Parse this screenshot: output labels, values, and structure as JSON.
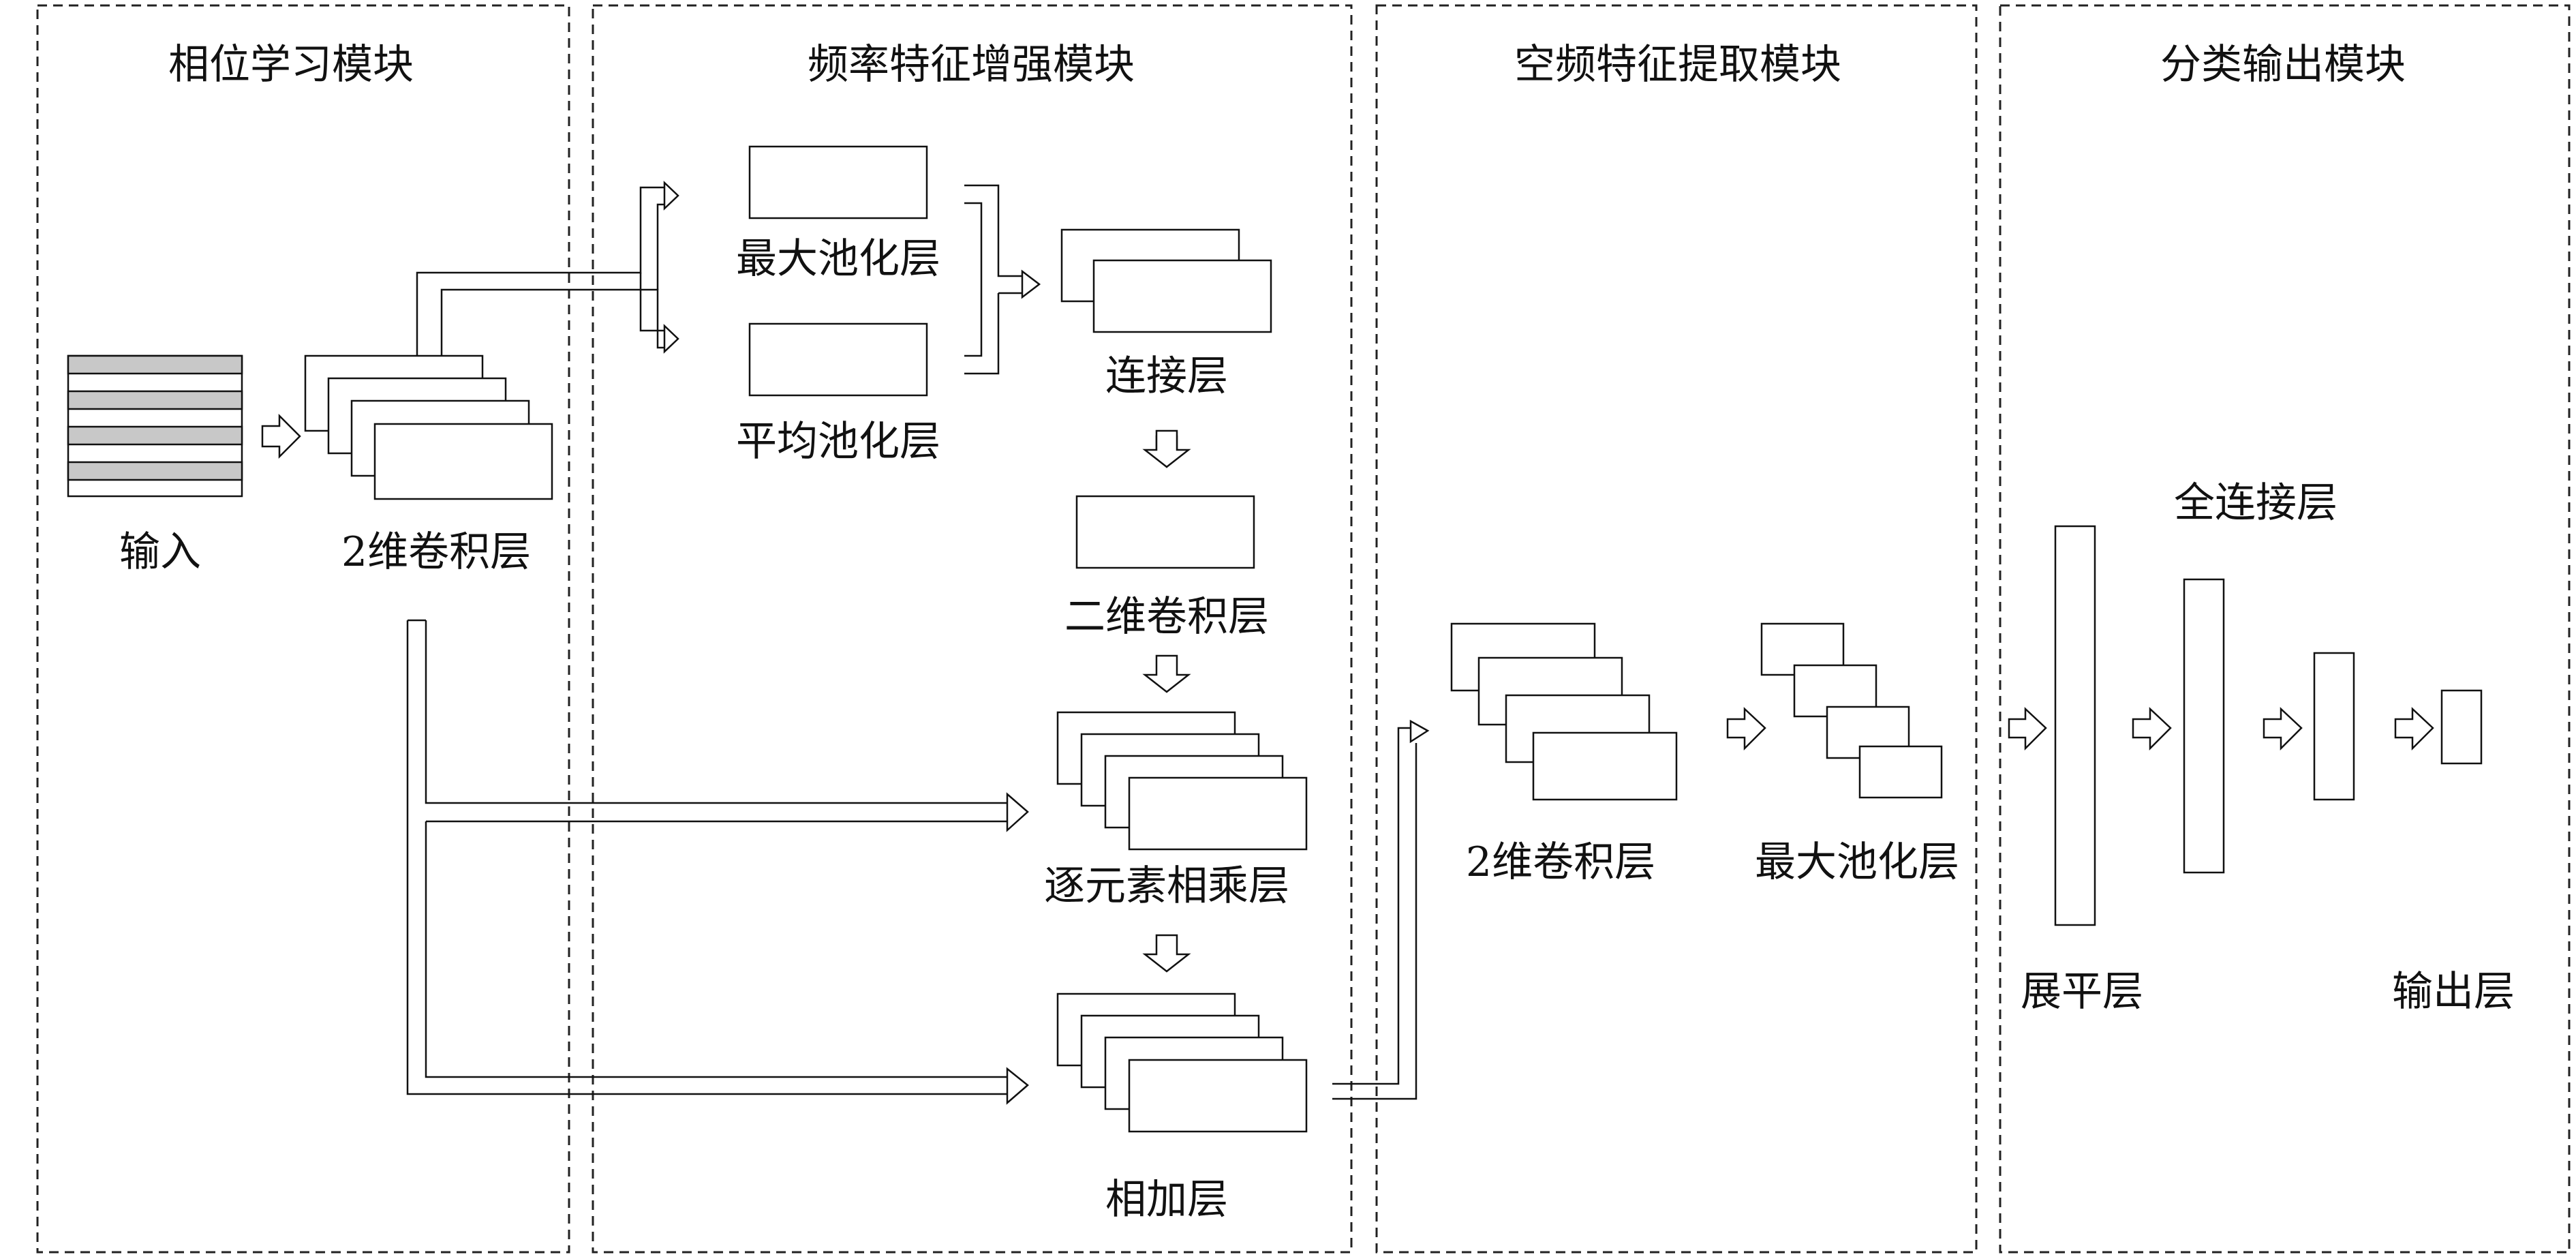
{
  "modules": {
    "phase": {
      "title": "相位学习模块"
    },
    "freq": {
      "title": "频率特征增强模块"
    },
    "spatial": {
      "title": "空频特征提取模块"
    },
    "classify": {
      "title": "分类输出模块"
    }
  },
  "nodes": {
    "input": "输入",
    "conv2d_a": "2维卷积层",
    "maxpool_a": "最大池化层",
    "avgpool": "平均池化层",
    "concat": "连接层",
    "conv2d_b": "二维卷积层",
    "elemwise_mul": "逐元素相乘层",
    "add": "相加层",
    "conv2d_c": "2维卷积层",
    "maxpool_b": "最大池化层",
    "fc": "全连接层",
    "flatten": "展平层",
    "output": "输出层"
  },
  "colors": {
    "stroke": "#111111",
    "stripe": "#c8c8c8",
    "background": "#ffffff"
  }
}
